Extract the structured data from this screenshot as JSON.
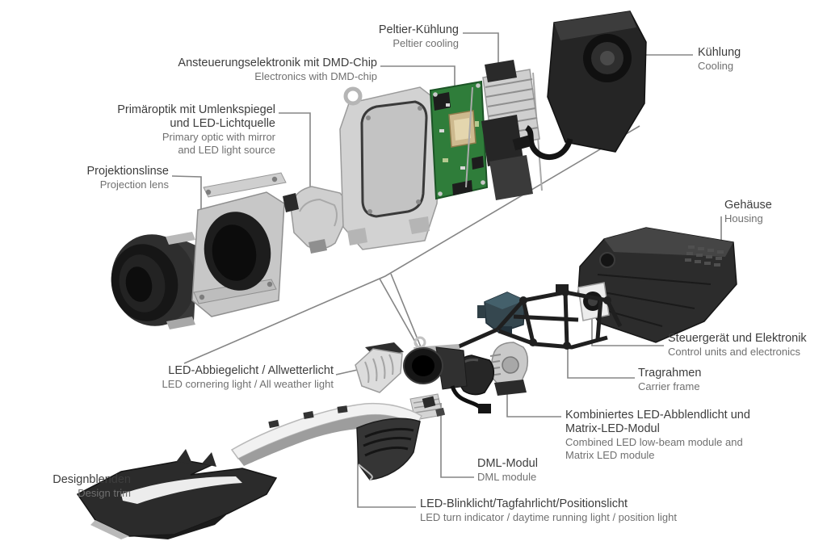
{
  "colors": {
    "background": "#ffffff",
    "label_german": "#3d3d3d",
    "label_english": "#707070",
    "leader_line": "#858585",
    "pcb_green": "#2f7d3a",
    "dmd_chip_gold": "#cdb98e"
  },
  "labels": {
    "peltier_cooling": {
      "de": "Peltier-Kühlung",
      "en": "Peltier cooling"
    },
    "dmd_electronics": {
      "de": "Ansteuerungselektronik mit DMD-Chip",
      "en": "Electronics with DMD-chip"
    },
    "cooling": {
      "de": "Kühlung",
      "en": "Cooling"
    },
    "primary_optic": {
      "de": "Primäroptik mit Umlenkspiegel\nund LED-Lichtquelle",
      "en": "Primary optic with mirror\nand LED light source"
    },
    "projection_lens": {
      "de": "Projektionslinse",
      "en": "Projection lens"
    },
    "housing": {
      "de": "Gehäuse",
      "en": "Housing"
    },
    "control_units": {
      "de": "Steuergerät und Elektronik",
      "en": "Control units and electronics"
    },
    "carrier_frame": {
      "de": "Tragrahmen",
      "en": "Carrier frame"
    },
    "combined_module": {
      "de": "Kombiniertes LED-Abblendlicht und\nMatrix-LED-Modul",
      "en": "Combined LED low-beam module and\nMatrix LED module"
    },
    "dml_module": {
      "de": "DML-Modul",
      "en": "DML module"
    },
    "cornering_light": {
      "de": "LED-Abbiegelicht / Allwetterlicht",
      "en": "LED cornering light / All weather light"
    },
    "design_trim": {
      "de": "Designblenden",
      "en": "Design trim"
    },
    "drl": {
      "de": "LED-Blinklicht/Tagfahrlicht/Positionslicht",
      "en": "LED turn indicator / daytime running light / position light"
    }
  }
}
